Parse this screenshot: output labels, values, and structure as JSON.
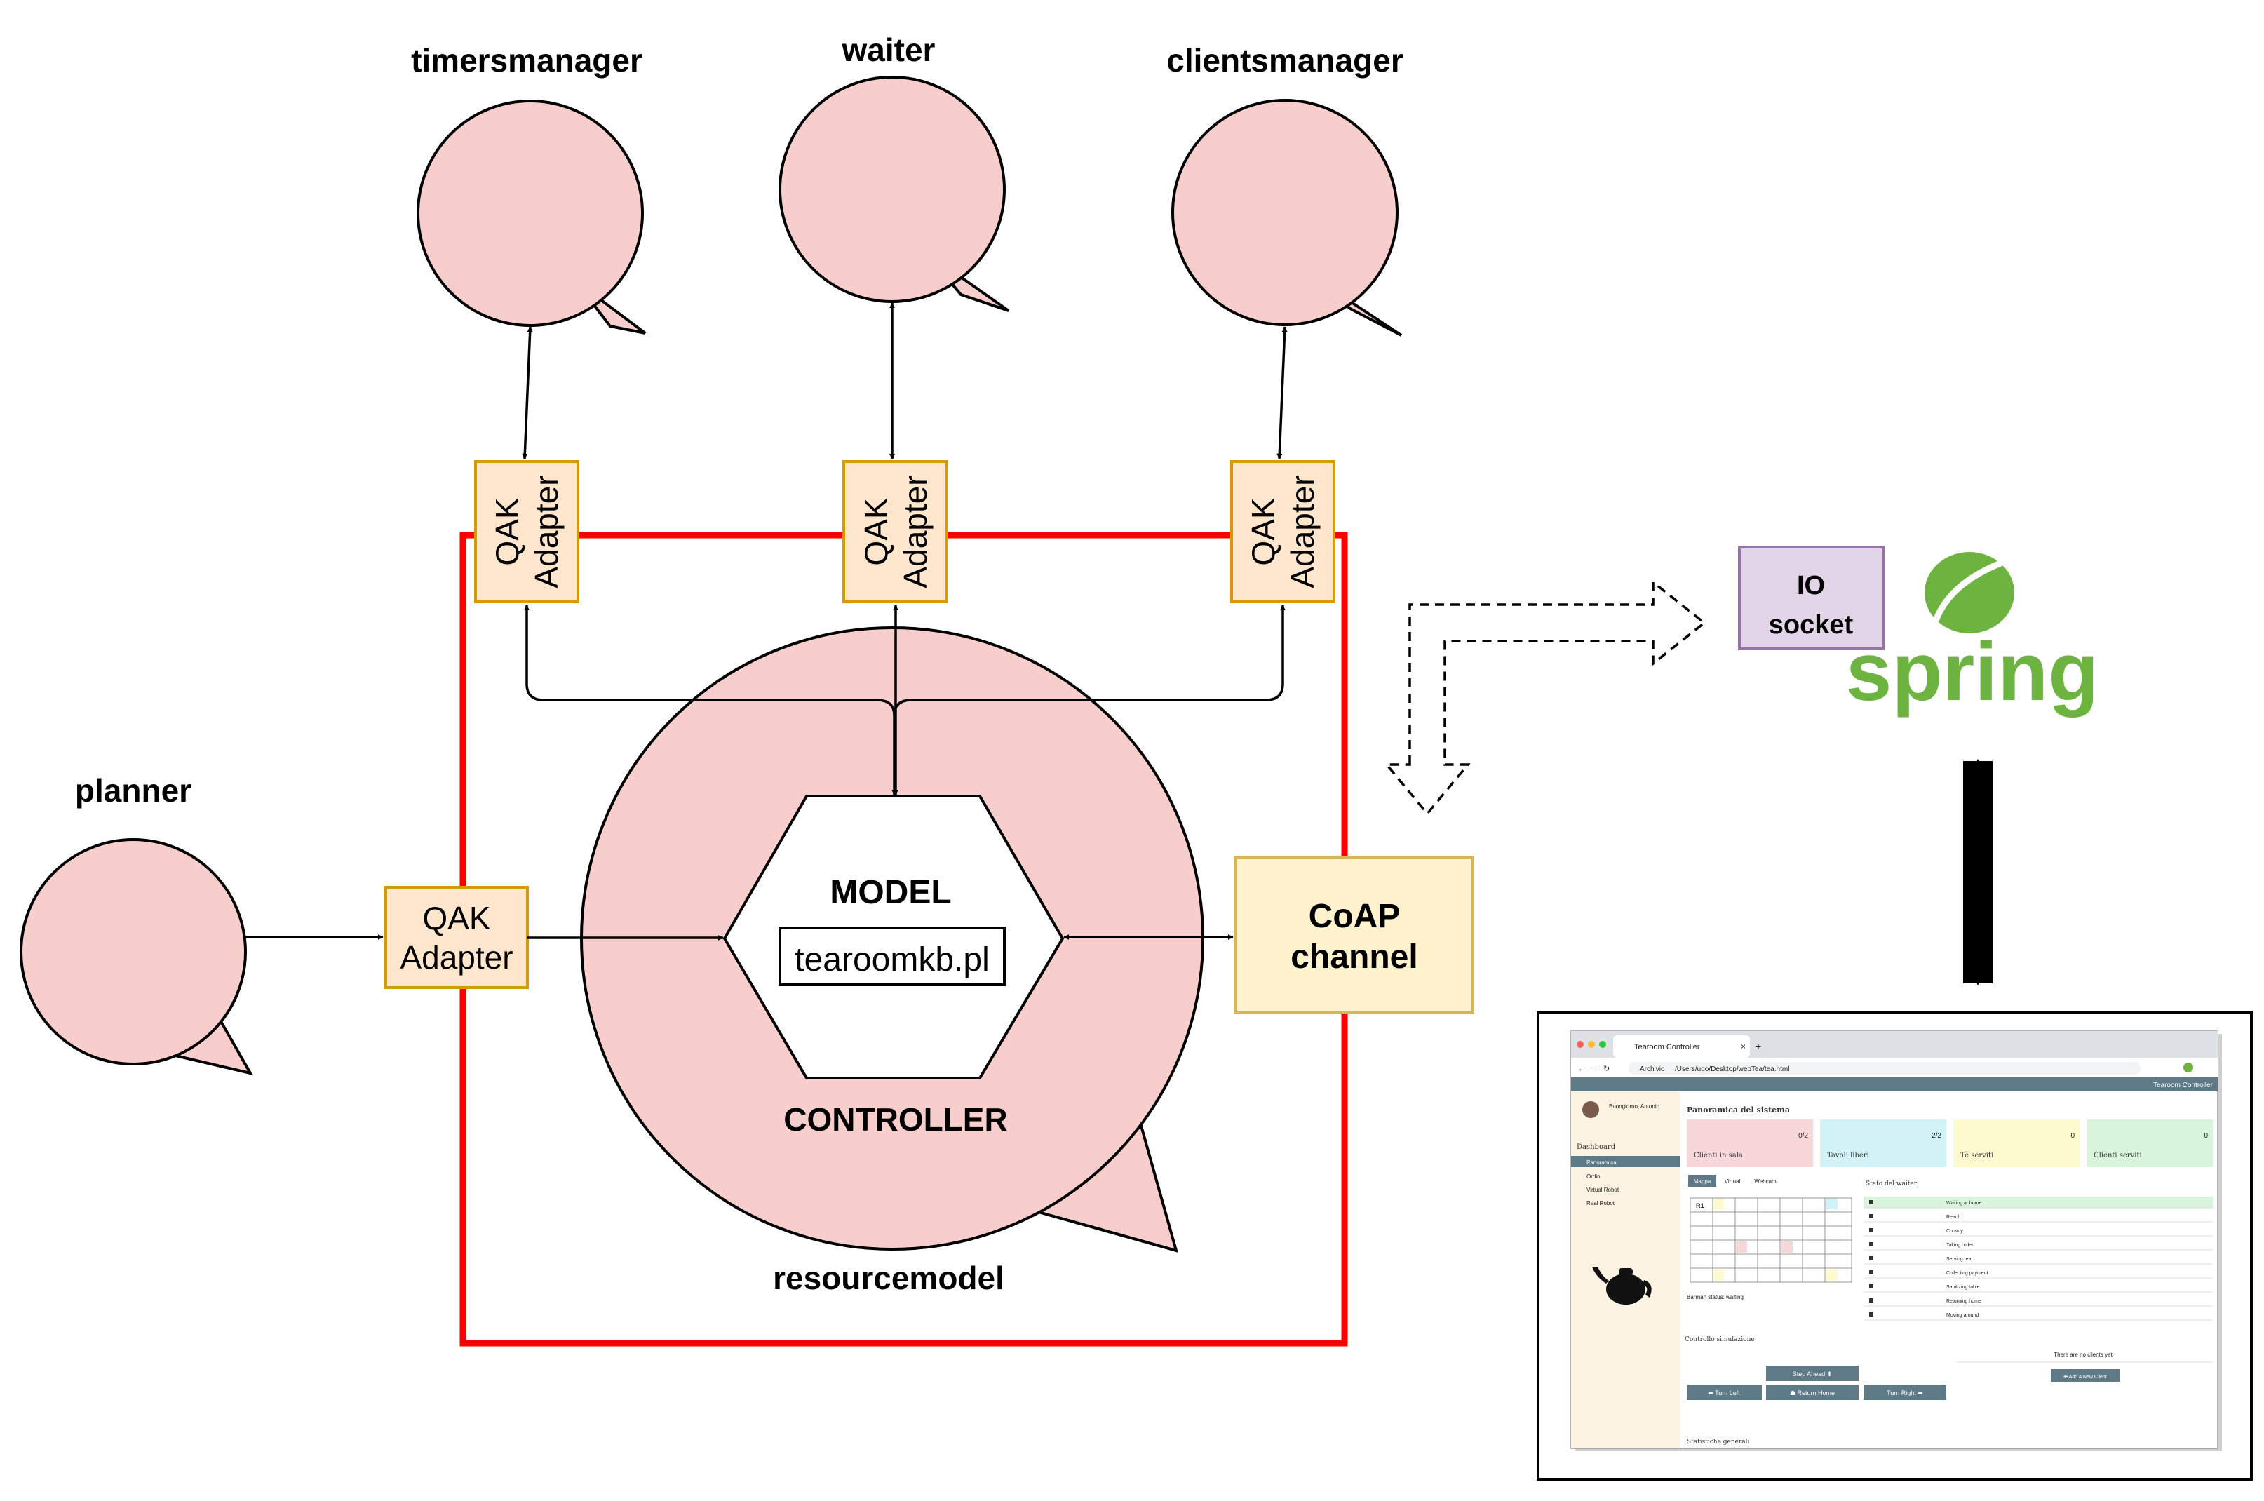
{
  "actors": {
    "timersmanager": "timersmanager",
    "waiter": "waiter",
    "clientsmanager": "clientsmanager",
    "planner": "planner",
    "resourcemodel": "resourcemodel"
  },
  "adapter": {
    "line1": "QAK",
    "line2": "Adapter"
  },
  "model": {
    "title": "MODEL",
    "kb_file": "tearoomkb.pl"
  },
  "controller": "CONTROLLER",
  "coap": {
    "line1": "CoAP",
    "line2": "channel"
  },
  "io_socket": {
    "line1": "IO",
    "line2": "socket"
  },
  "spring": {
    "wordmark": "spring",
    "brand_color": "#6db33f"
  },
  "colors": {
    "actor_fill": "#f8cecc",
    "adapter_fill": "#ffe6cc",
    "adapter_stroke": "#d79b00",
    "coap_fill": "#fff2cc",
    "coap_stroke": "#d6b656",
    "io_fill": "#e1d5e7",
    "io_stroke": "#9673a6",
    "boundary": "#ff0000"
  },
  "screenshot": {
    "tab_title": "Tearoom Controller",
    "address_label": "Archivio",
    "url": "/Users/ugo/Desktop/webTea/tea.html",
    "brand": "Tearoom Controller",
    "user_name": "Buongiorno, Antonio",
    "sidebar_heading": "Dashboard",
    "sidebar_items": [
      "Panoramica",
      "Ordini",
      "Virtual Robot",
      "Real Robot"
    ],
    "overview_title": "Panoramica del sistema",
    "cards": [
      {
        "label": "Clienti in sala",
        "value": "0/2",
        "color": "#f8d7da"
      },
      {
        "label": "Tavoli liberi",
        "value": "2/2",
        "color": "#d1f2f7"
      },
      {
        "label": "Tè serviti",
        "value": "0",
        "color": "#fffbd1"
      },
      {
        "label": "Clienti serviti",
        "value": "0",
        "color": "#d8f5dc"
      }
    ],
    "map_tabs": [
      "Mappa",
      "Virtual",
      "Webcam"
    ],
    "map_cell_label": "R1",
    "waiter_status_line": "Barman status: waiting",
    "waiter_panel_title": "Stato del waiter",
    "waiter_states": [
      "Waiting at home",
      "Reach",
      "Convoy",
      "Taking order",
      "Serving tea",
      "Collecting payment",
      "Sanitizing table",
      "Returning home",
      "Moving around"
    ],
    "sim_title": "Controllo simulazione",
    "buttons": {
      "step": "Step Ahead ⬆",
      "left": "⬅ Turn Left",
      "home": "☗ Return Home",
      "right": "Turn Right ➡"
    },
    "no_clients": "There are no clients yet",
    "add_client": "✚ Add A New Client",
    "stats_title": "Statistiche generali"
  }
}
